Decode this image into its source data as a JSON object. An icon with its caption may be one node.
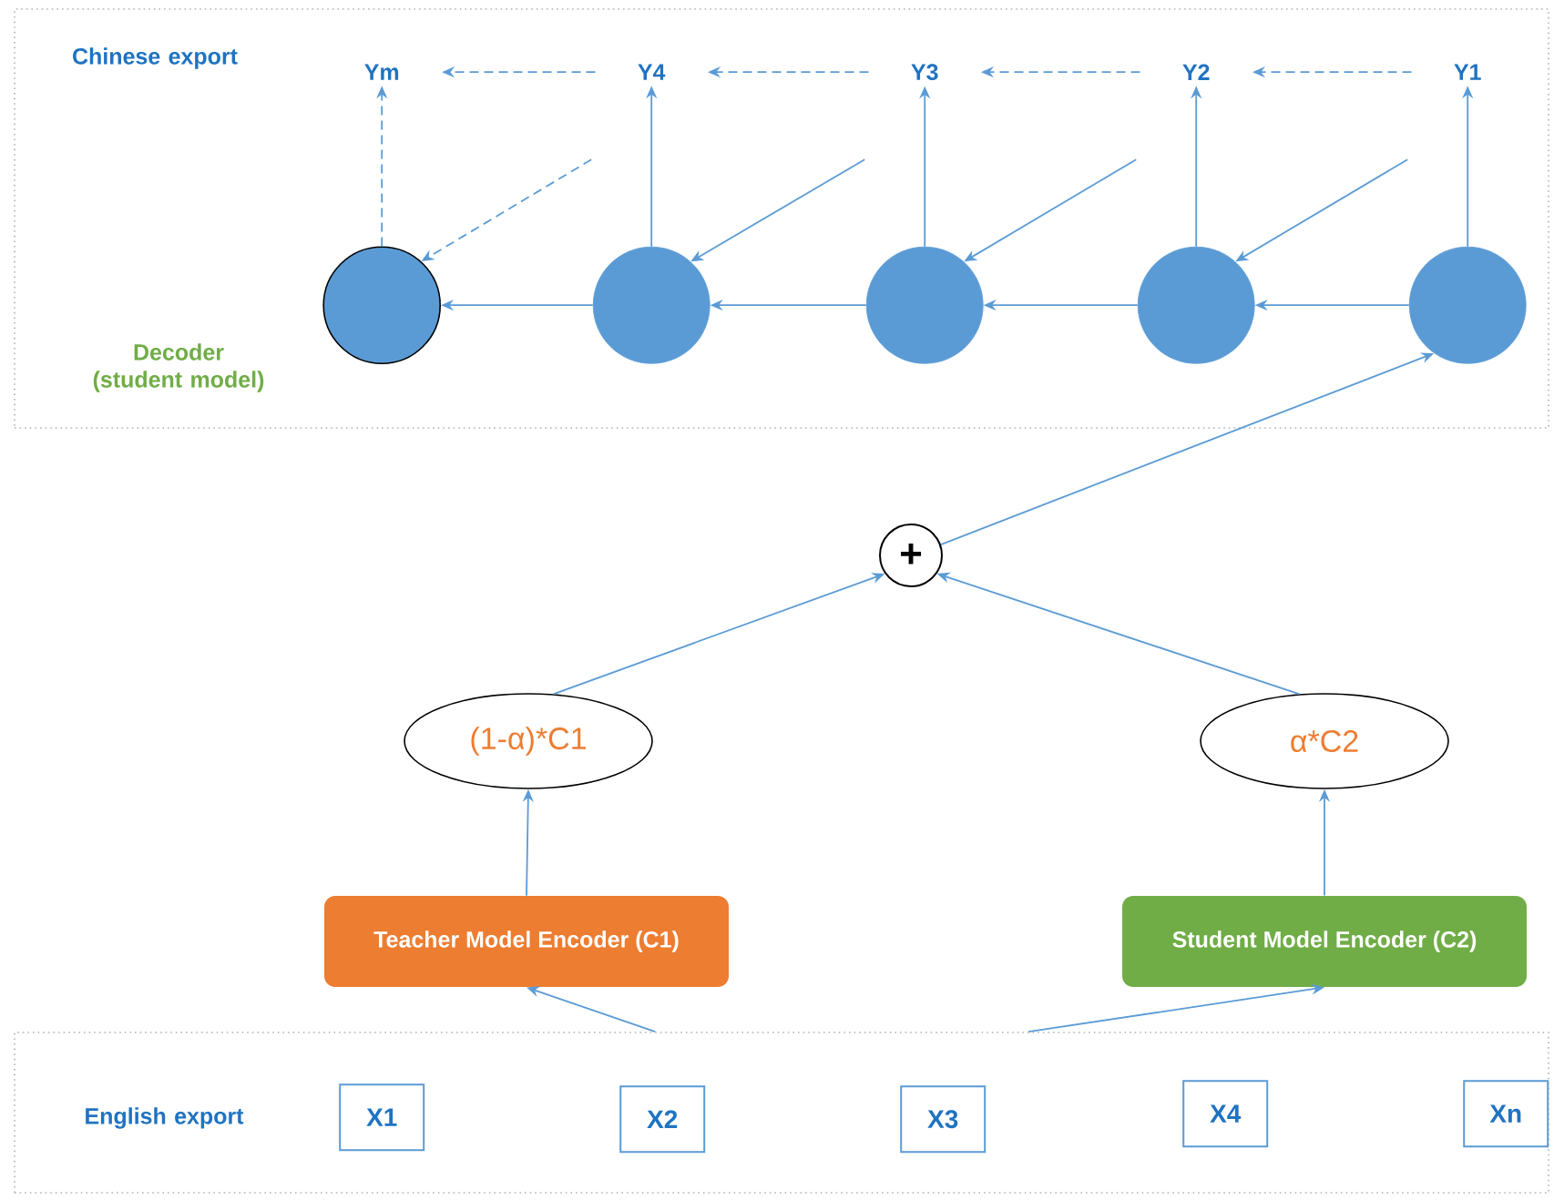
{
  "diagram": {
    "nodes": [
      {
        "text": [
          "Chinese export",
          "Decoder (student model)"
        ]
      },
      {
        "text": [
          "Ym"
        ],
        "in": 0
      },
      {
        "text": [
          "Y4"
        ],
        "in": 0
      },
      {
        "text": [
          "Y3"
        ],
        "in": 0
      },
      {
        "text": [
          "Y2"
        ],
        "in": 0
      },
      {
        "text": [
          "Y1"
        ],
        "in": 0
      },
      {
        "text": [],
        "shape": "circle",
        "in": 0
      },
      {
        "text": [],
        "shape": "circle",
        "in": 0
      },
      {
        "text": [],
        "shape": "circle",
        "in": 0
      },
      {
        "text": [],
        "shape": "circle",
        "in": 0
      },
      {
        "text": [],
        "shape": "circle",
        "in": 0
      },
      {
        "text": [
          "+"
        ]
      },
      {
        "text": [
          "(1-α)*C1"
        ]
      },
      {
        "text": [
          "α*C2"
        ]
      },
      {
        "text": [
          "Teacher Model Encoder (C1)"
        ]
      },
      {
        "text": [
          "Student Model Encoder (C2)"
        ]
      },
      {
        "text": [
          "English export"
        ]
      },
      {
        "text": [
          "X1"
        ],
        "in": 16
      },
      {
        "text": [
          "X2"
        ],
        "in": 16
      },
      {
        "text": [
          "X3"
        ],
        "in": 16
      },
      {
        "text": [
          "X4"
        ],
        "in": 16
      },
      {
        "text": [
          "Xn"
        ],
        "in": 16
      }
    ],
    "edges": [
      {
        "from": 5,
        "to": 4,
        "arrow": "to",
        "style": "dashed"
      },
      {
        "from": 4,
        "to": 3,
        "arrow": "to",
        "style": "dashed"
      },
      {
        "from": 3,
        "to": 2,
        "arrow": "to",
        "style": "dashed"
      },
      {
        "from": 2,
        "to": 1,
        "arrow": "to",
        "style": "dashed"
      },
      {
        "from": 10,
        "to": 9,
        "arrow": "to"
      },
      {
        "from": 9,
        "to": 8,
        "arrow": "to"
      },
      {
        "from": 8,
        "to": 7,
        "arrow": "to"
      },
      {
        "from": 7,
        "to": 6,
        "arrow": "to"
      },
      {
        "from": 10,
        "to": 5,
        "arrow": "to"
      },
      {
        "from": 9,
        "to": 4,
        "arrow": "to"
      },
      {
        "from": 8,
        "to": 3,
        "arrow": "to"
      },
      {
        "from": 7,
        "to": 2,
        "arrow": "to"
      },
      {
        "from": 6,
        "to": 1,
        "arrow": "to",
        "style": "dashed"
      },
      {
        "from": 5,
        "to": 9,
        "arrow": "to"
      },
      {
        "from": 4,
        "to": 8,
        "arrow": "to"
      },
      {
        "from": 3,
        "to": 7,
        "arrow": "to"
      },
      {
        "from": 2,
        "to": 6,
        "arrow": "to",
        "style": "dashed"
      },
      {
        "from": 11,
        "to": 10,
        "arrow": "to"
      },
      {
        "from": 12,
        "to": 11,
        "arrow": "to"
      },
      {
        "from": 13,
        "to": 11,
        "arrow": "to"
      },
      {
        "from": 14,
        "to": 12,
        "arrow": "to"
      },
      {
        "from": 15,
        "to": 13,
        "arrow": "to"
      },
      {
        "from": 16,
        "to": 14,
        "arrow": "to"
      },
      {
        "from": 16,
        "to": 15,
        "arrow": "to"
      }
    ]
  }
}
